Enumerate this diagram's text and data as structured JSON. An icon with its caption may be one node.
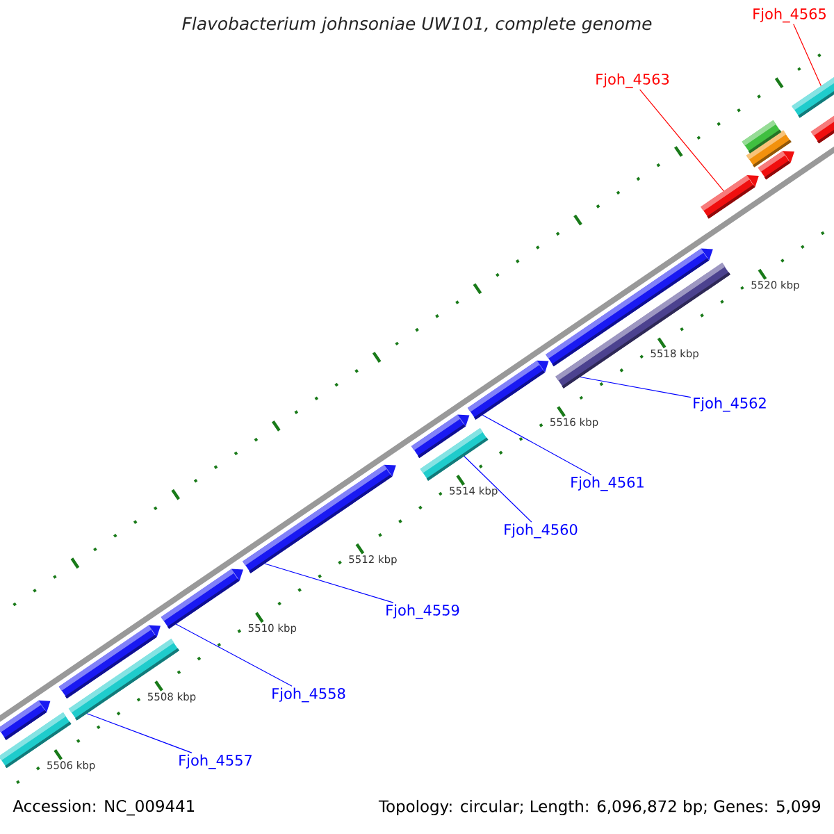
{
  "diagram": {
    "title": "Flavobacterium johnsoniae UW101, complete genome",
    "nodes": [
      {
        "text": [
          "Fjoh_4557"
        ]
      },
      {
        "text": [
          "Fjoh_4558"
        ]
      },
      {
        "text": [
          "Fjoh_4559"
        ]
      },
      {
        "text": [
          "Fjoh_4560"
        ]
      },
      {
        "text": [
          "Fjoh_4561"
        ]
      },
      {
        "text": [
          "Fjoh_4562"
        ]
      },
      {
        "text": [
          "Fjoh_4563"
        ]
      },
      {
        "text": [
          "Fjoh_4565"
        ]
      },
      {
        "text": [],
        "shape": "arrow"
      },
      {
        "text": [],
        "shape": "bar"
      },
      {
        "text": [],
        "shape": "arrow"
      },
      {
        "text": [],
        "shape": "bar"
      },
      {
        "text": [],
        "shape": "arrow"
      },
      {
        "text": [],
        "shape": "arrow"
      },
      {
        "text": [],
        "shape": "arrow"
      },
      {
        "text": [],
        "shape": "bar"
      },
      {
        "text": [],
        "shape": "arrow"
      },
      {
        "text": [],
        "shape": "arrow"
      },
      {
        "text": [],
        "shape": "bar"
      },
      {
        "text": [],
        "shape": "arrow"
      },
      {
        "text": [],
        "shape": "arrow"
      },
      {
        "text": [],
        "shape": "bar"
      },
      {
        "text": [],
        "shape": "bar"
      },
      {
        "text": [],
        "shape": "bar"
      },
      {
        "text": [],
        "shape": "bar"
      }
    ],
    "edges": [
      {
        "from": 0,
        "to": 11,
        "arrow": "none"
      },
      {
        "from": 1,
        "to": 12,
        "arrow": "none"
      },
      {
        "from": 2,
        "to": 13,
        "arrow": "none"
      },
      {
        "from": 3,
        "to": 15,
        "arrow": "none"
      },
      {
        "from": 4,
        "to": 16,
        "arrow": "none"
      },
      {
        "from": 5,
        "to": 18,
        "arrow": "none"
      },
      {
        "from": 6,
        "to": 19,
        "arrow": "none",
        "color": "#ff0000"
      },
      {
        "from": 7,
        "to": 23,
        "arrow": "none",
        "color": "#ff0000"
      }
    ],
    "labels": [
      "5506 kbp",
      "5508 kbp",
      "5510 kbp",
      "5512 kbp",
      "5514 kbp",
      "5516 kbp",
      "5518 kbp",
      "5520 kbp",
      "Accession: NC_009441",
      "Topology: circular; Length: 6,096,872 bp; Genes: 5,099"
    ]
  }
}
